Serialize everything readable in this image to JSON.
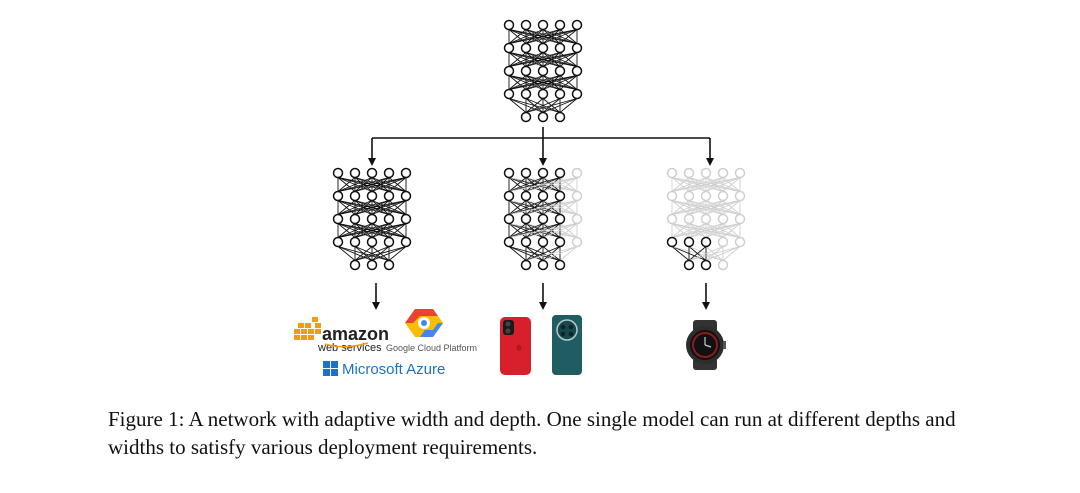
{
  "logos": {
    "amazon": "amazon",
    "aws": "web services",
    "gcp": "Google Cloud Platform",
    "azure": "Microsoft Azure"
  },
  "icons": [
    "network-diagram-icon",
    "amazon-web-services-logo",
    "google-cloud-platform-logo",
    "microsoft-azure-logo",
    "smartphone-red-icon",
    "smartphone-teal-icon",
    "smartwatch-icon"
  ],
  "colors": {
    "network_dark": "#111111",
    "network_faded": "#cfcfcf",
    "aws_orange": "#f39c12",
    "azure_blue": "#1a73c8",
    "phone_red": "#d8202c",
    "phone_teal": "#1f5d63"
  },
  "caption": {
    "label": "Figure 1:",
    "text": "A network with adaptive width and depth. One single model can run at different depths and widths to satisfy various deployment requirements."
  }
}
